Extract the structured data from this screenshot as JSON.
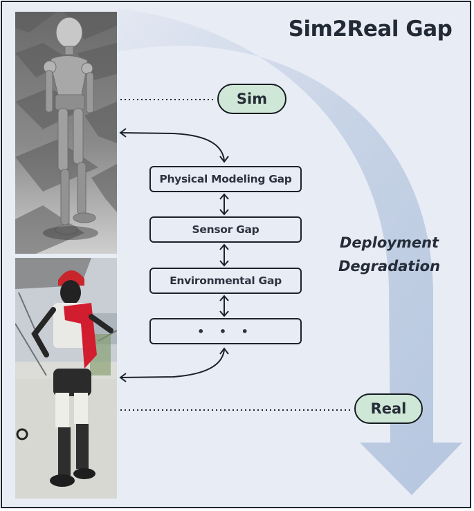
{
  "title": "Sim2Real Gap",
  "stages": {
    "sim_label": "Sim",
    "real_label": "Real"
  },
  "gaps": [
    {
      "label": "Physical Modeling Gap"
    },
    {
      "label": "Sensor Gap"
    },
    {
      "label": "Environmental Gap"
    },
    {
      "label": "• • •"
    }
  ],
  "arrow_label": {
    "line1": "Deployment",
    "line2": "Degradation"
  },
  "images": {
    "sim": "simulated-humanoid-robot-on-checkerboard",
    "real": "real-humanoid-robot-with-red-scarf-and-lion-hat"
  },
  "colors": {
    "background": "#e8ecf5",
    "arrow": "#b5c6df",
    "pill_fill": "#cfe7d7",
    "text": "#242c38",
    "border": "#1c222b"
  }
}
